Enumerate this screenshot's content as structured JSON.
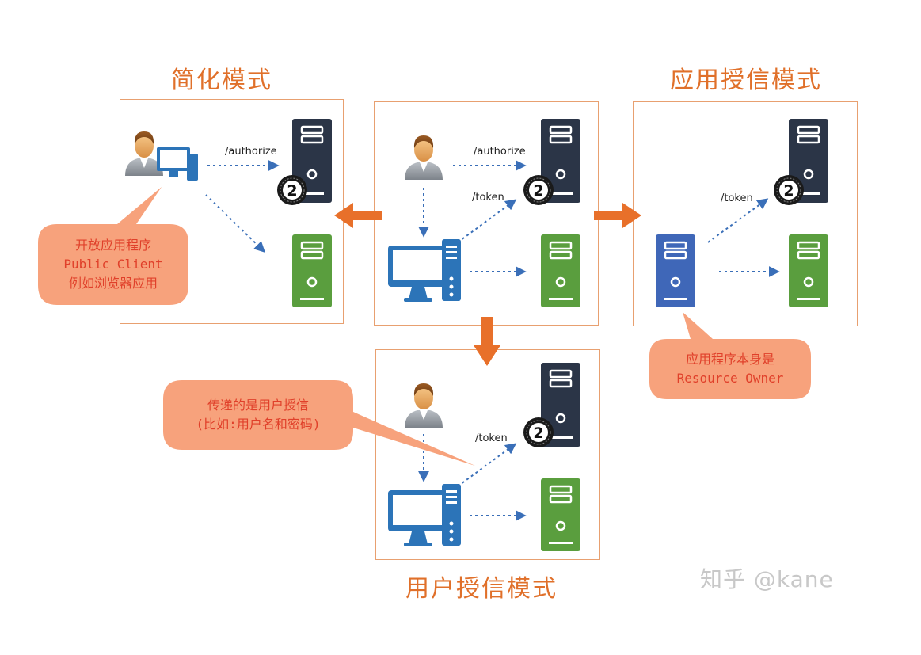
{
  "titles": {
    "implicit": "简化模式",
    "client_credentials": "应用授信模式",
    "password": "用户授信模式"
  },
  "labels": {
    "authorize": "/authorize",
    "token": "/token"
  },
  "callouts": {
    "implicit": [
      "开放应用程序",
      "Public Client",
      "例如浏览器应用"
    ],
    "password": [
      "传递的是用户授信",
      "(比如:用户名和密码)"
    ],
    "client_credentials": [
      "应用程序本身是",
      "Resource Owner"
    ]
  },
  "badge": "2",
  "watermark": "知乎 @kane",
  "colors": {
    "accent": "#e8702a",
    "callout_fill": "#f7a27c",
    "callout_text": "#e0402a",
    "server_dark": "#2b3547",
    "server_green": "#5a9e3e",
    "server_blue": "#3f67b8",
    "monitor_blue": "#2c74b8",
    "arrow_dotted": "#3a6fb8"
  }
}
